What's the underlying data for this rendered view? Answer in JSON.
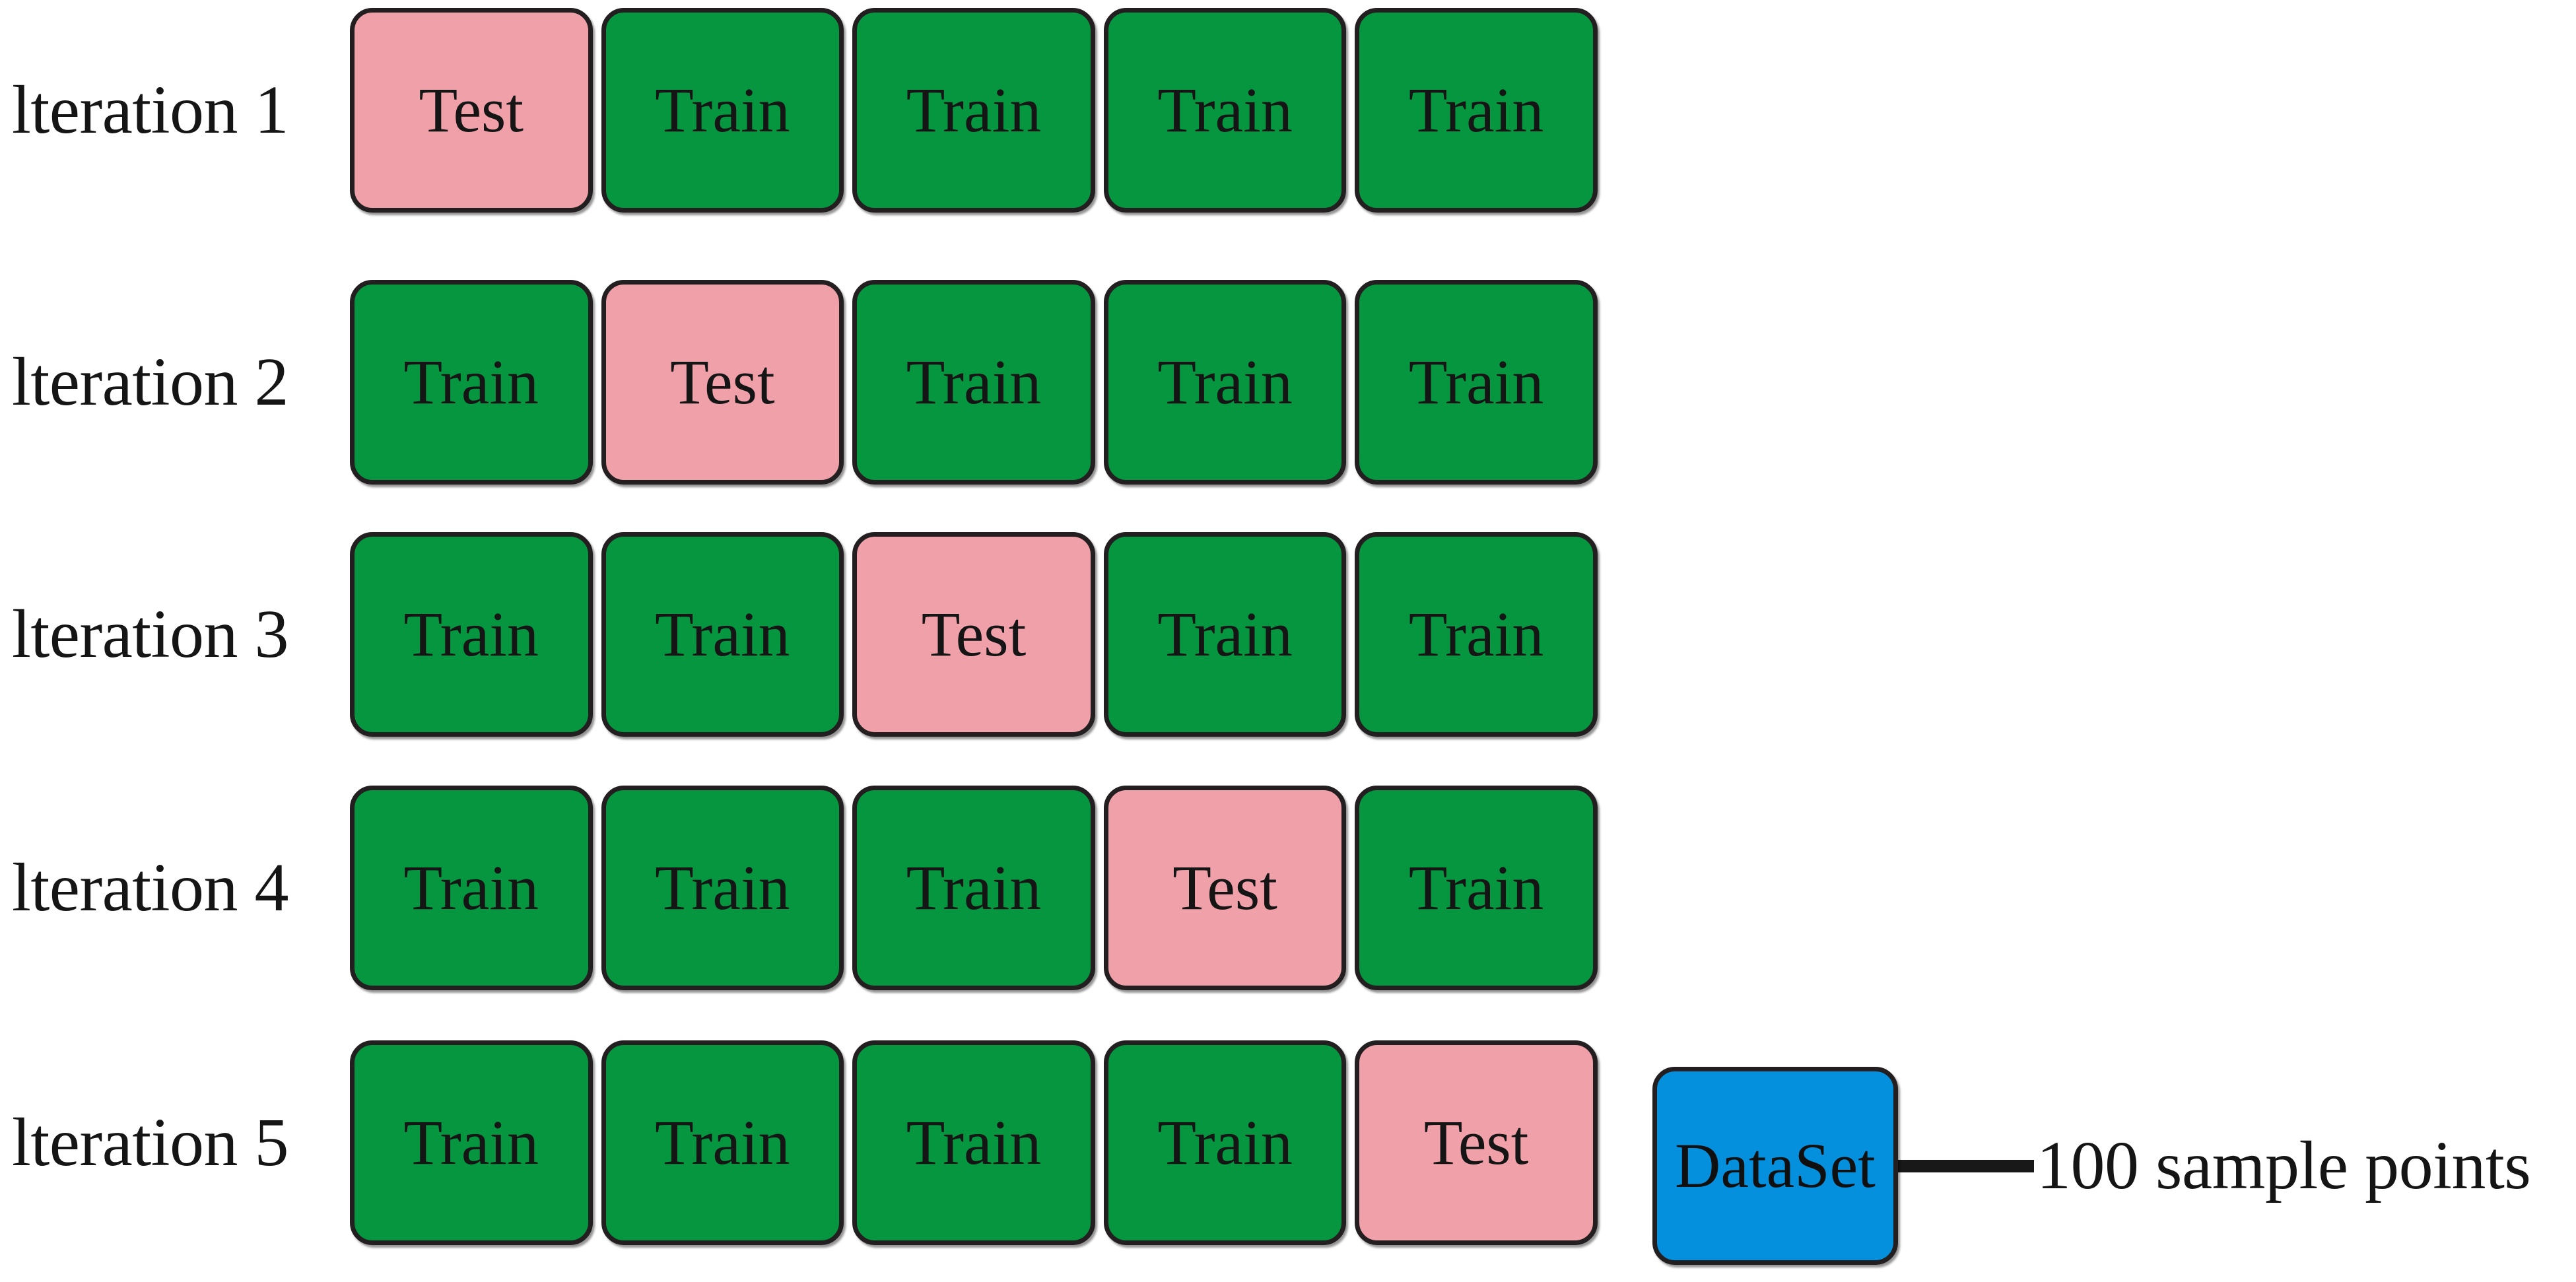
{
  "figure": {
    "type": "k-fold-cross-validation-diagram",
    "folds_per_iteration": 5,
    "iterations": [
      {
        "label": "lteration 1",
        "folds": [
          {
            "role": "Test",
            "color": "#efa0a9"
          },
          {
            "role": "Train",
            "color": "#069640"
          },
          {
            "role": "Train",
            "color": "#069640"
          },
          {
            "role": "Train",
            "color": "#069640"
          },
          {
            "role": "Train",
            "color": "#069640"
          }
        ]
      },
      {
        "label": "lteration 2",
        "folds": [
          {
            "role": "Train",
            "color": "#069640"
          },
          {
            "role": "Test",
            "color": "#efa0a9"
          },
          {
            "role": "Train",
            "color": "#069640"
          },
          {
            "role": "Train",
            "color": "#069640"
          },
          {
            "role": "Train",
            "color": "#069640"
          }
        ]
      },
      {
        "label": "lteration 3",
        "folds": [
          {
            "role": "Train",
            "color": "#069640"
          },
          {
            "role": "Train",
            "color": "#069640"
          },
          {
            "role": "Test",
            "color": "#efa0a9"
          },
          {
            "role": "Train",
            "color": "#069640"
          },
          {
            "role": "Train",
            "color": "#069640"
          }
        ]
      },
      {
        "label": "lteration 4",
        "folds": [
          {
            "role": "Train",
            "color": "#069640"
          },
          {
            "role": "Train",
            "color": "#069640"
          },
          {
            "role": "Train",
            "color": "#069640"
          },
          {
            "role": "Test",
            "color": "#efa0a9"
          },
          {
            "role": "Train",
            "color": "#069640"
          }
        ]
      },
      {
        "label": "lteration 5",
        "folds": [
          {
            "role": "Train",
            "color": "#069640"
          },
          {
            "role": "Train",
            "color": "#069640"
          },
          {
            "role": "Train",
            "color": "#069640"
          },
          {
            "role": "Train",
            "color": "#069640"
          },
          {
            "role": "Test",
            "color": "#efa0a9"
          }
        ]
      }
    ]
  },
  "legend": {
    "dataset_label": "DataSet",
    "caption": "100 sample points",
    "dataset_color": "#0590de",
    "connector_color": "#181818"
  },
  "colors": {
    "train": "#069640",
    "test": "#efa0a9",
    "dataset": "#0590de",
    "outline": "#231f20",
    "text": "#151515",
    "background": "#ffffff"
  }
}
